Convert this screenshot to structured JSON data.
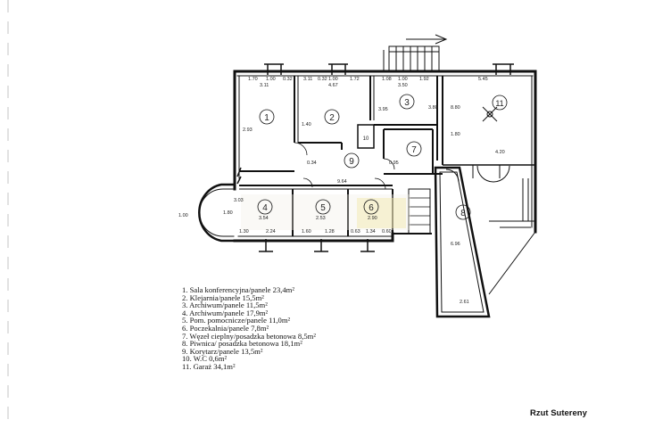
{
  "plan": {
    "room_numbers": [
      "1",
      "2",
      "3",
      "4",
      "5",
      "6",
      "7",
      "8",
      "9",
      "10",
      "11"
    ],
    "dimensions": {
      "top": [
        "1.70",
        "1.00",
        "0.32",
        "3.11",
        "0.32",
        "1.00",
        "1.72",
        "1.08",
        "1.00",
        "1.92"
      ],
      "room_widths": [
        "3.11",
        "4.67",
        "3.50",
        "3.80"
      ],
      "garage_top": "5.45",
      "left_heights": [
        "2.93",
        "1.80",
        "3.03"
      ],
      "corridor": "9.64",
      "lower": [
        "3.54",
        "2.53",
        "2.90",
        "1.30",
        "2.24",
        "1.60",
        "1.28",
        "0.63",
        "1.34",
        "0.60"
      ],
      "garage": [
        "4.20",
        "1.80",
        "2.61",
        "6.96",
        "8.80"
      ],
      "misc": [
        "1.00",
        "1.40",
        "0.34",
        "0.95",
        "3.95"
      ]
    }
  },
  "legend": [
    "1.  Sala konferencyjna/panele 23,4m²",
    "2.  Klejarnia/panele 15,5m²",
    "3.  Archiwum/panele 11,5m²",
    "4.  Archiwum/panele 17,9m²",
    "5.  Pom. pomocnicze/panele 11,0m²",
    "6.  Poczekalnia/panele 7,8m²",
    "7.  Węzeł cieplny/posadzka betonowa 8,5m²",
    "8.  Piwnica/ posadzka betonowa 18,1m²",
    "9.  Korytarz/panele 13,5m²",
    "10.  W.C 0,6m²",
    "11.  Garaż 34,1m²"
  ],
  "title": "Rzut Sutereny"
}
